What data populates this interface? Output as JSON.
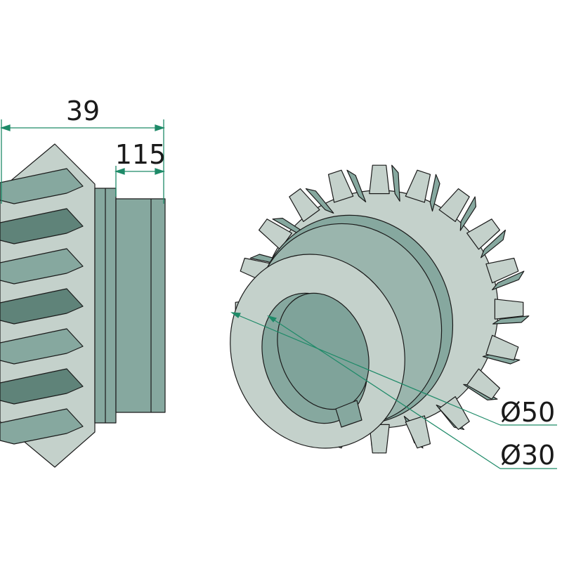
{
  "dimensions": {
    "overall_length": "39",
    "hub_length": "115",
    "outer_diameter": "Ø50",
    "bore_diameter": "Ø30"
  },
  "colors": {
    "light": "#c4d1cb",
    "mid": "#86a89f",
    "dark": "#5f8379",
    "dimension_line": "#1e8a68",
    "outline": "#1a1a1a"
  },
  "gear": {
    "teeth": 20
  }
}
